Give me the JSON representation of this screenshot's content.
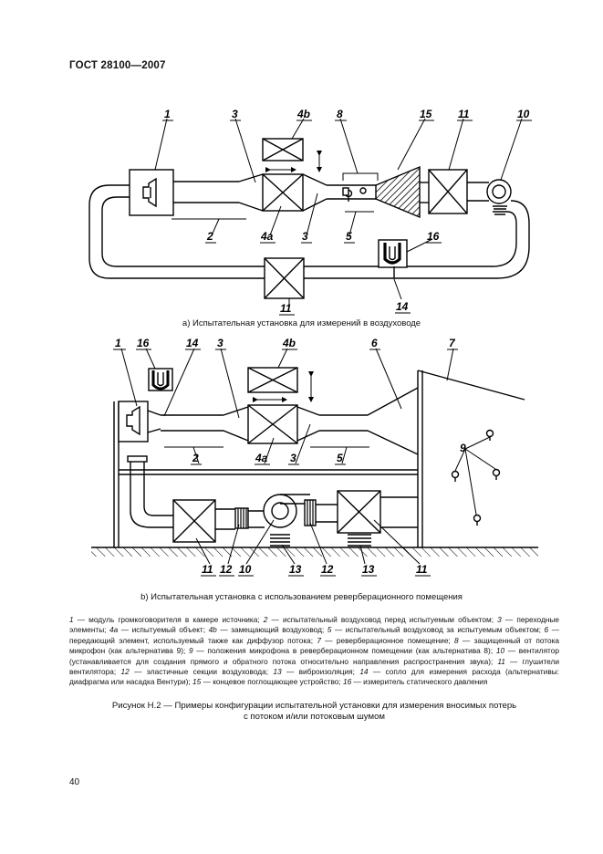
{
  "header": {
    "standard": "ГОСТ 28100—2007"
  },
  "figure_a": {
    "caption": "а)  Испытательная установка для измерений в воздуховоде",
    "labels": {
      "l1": "1",
      "l3": "3",
      "l4b": "4b",
      "l8": "8",
      "l15": "15",
      "l11": "11",
      "l10": "10",
      "l2": "2",
      "l4a": "4a",
      "l3b": "3",
      "l5": "5",
      "l16": "16",
      "l11b": "11",
      "l14": "14"
    }
  },
  "figure_b": {
    "caption": "b)  Испытательная установка с использованием реверберационного помещения",
    "labels": {
      "l1": "1",
      "l16": "16",
      "l14": "14",
      "l3": "3",
      "l4b": "4b",
      "l6": "6",
      "l7": "7",
      "l9": "9",
      "l2": "2",
      "l4a": "4a",
      "l3b": "3",
      "l5": "5",
      "l11": "11",
      "l12": "12",
      "l10": "10",
      "l13": "13",
      "l12b": "12",
      "l13b": "13",
      "l11b": "11"
    }
  },
  "legend": [
    {
      "num": "1",
      "text": " — модуль громкоговорителя в камере источника; "
    },
    {
      "num": "2",
      "text": " — испытательный воздуховод перед испытуемым объектом; "
    },
    {
      "num": "3",
      "text": " — переходные элементы; "
    },
    {
      "num": "4а",
      "text": " — испытуемый объект; "
    },
    {
      "num": "4b",
      "text": " — замещающий воздуховод; "
    },
    {
      "num": "5",
      "text": " — испытательный воздуховод за испытуемым объектом; "
    },
    {
      "num": "6",
      "text": " — передающий элемент, используемый также как диффузор потока; "
    },
    {
      "num": "7",
      "text": " — реверберационное помещение; "
    },
    {
      "num": "8",
      "text": " — защищенный от потока микрофон (как альтернатива 9); "
    },
    {
      "num": "9",
      "text": " — положения микрофона в реверберационном помещении (как альтернатива 8); "
    },
    {
      "num": "10",
      "text": " — вентилятор (устанавливается для создания прямого и обратного потока относительно направления распространения звука); "
    },
    {
      "num": "11",
      "text": " — глушители вентилятора; "
    },
    {
      "num": "12",
      "text": " — эластичные секции воздуховода; "
    },
    {
      "num": "13",
      "text": " — виброизоляция; "
    },
    {
      "num": "14",
      "text": " — сопло для измерения расхода (альтернативы: диафрагма или насадка Вентури); "
    },
    {
      "num": "15",
      "text": " — концевое поглощающее устройство; "
    },
    {
      "num": "16",
      "text": " — измеритель статического давления"
    }
  ],
  "figure_title_line1": "Рисунок Н.2 — Примеры конфигурации испытательной установки для измерения вносимых потерь",
  "figure_title_line2": "с потоком и/или потоковым шумом",
  "page_number": "40"
}
